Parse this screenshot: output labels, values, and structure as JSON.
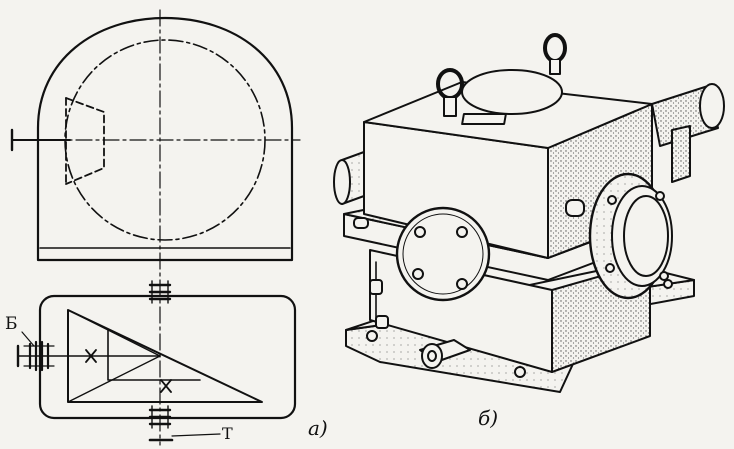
{
  "figure": {
    "labels": {
      "part_b": "Б",
      "part_t": "Т"
    },
    "captions": {
      "left": "а)",
      "right": "б)"
    }
  },
  "colors": {
    "ink": "#111111",
    "paper": "#f4f3ef",
    "shade": "#8a8a8a"
  }
}
